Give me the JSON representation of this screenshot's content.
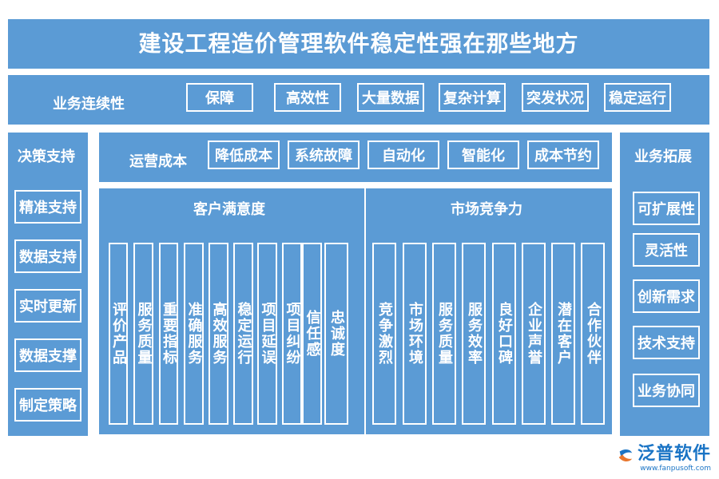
{
  "title": "建设工程造价管理软件稳定性强在那些地方",
  "continuity": {
    "label": "业务连续性",
    "items": [
      "保障",
      "高效性",
      "大量数据",
      "复杂计算",
      "突发状况",
      "稳定运行"
    ]
  },
  "cost": {
    "label": "运营成本",
    "items": [
      "降低成本",
      "系统故障",
      "自动化",
      "智能化",
      "成本节约"
    ]
  },
  "left": {
    "label": "决策支持",
    "items": [
      "精准支持",
      "数据支持",
      "实时更新",
      "数据支撑",
      "制定策略"
    ]
  },
  "right": {
    "label": "业务拓展",
    "items": [
      "可扩展性",
      "灵活性",
      "创新需求",
      "技术支持",
      "业务协同"
    ]
  },
  "satisfaction": {
    "label": "客户满意度",
    "items": [
      "评价产品",
      "服务质量",
      "重要指标",
      "准确服务",
      "高效服务",
      "稳定运行",
      "项目延误",
      "项目纠纷",
      "信任感",
      "忠诚度"
    ]
  },
  "competitiveness": {
    "label": "市场竞争力",
    "items": [
      "竞争激烈",
      "市场环境",
      "服务质量",
      "服务效率",
      "良好口碑",
      "企业声誉",
      "潜在客户",
      "合作伙伴"
    ]
  },
  "brand": {
    "name": "泛普软件",
    "url": "www.fanpusoft.com",
    "icon": "fanpu-logo-icon"
  }
}
